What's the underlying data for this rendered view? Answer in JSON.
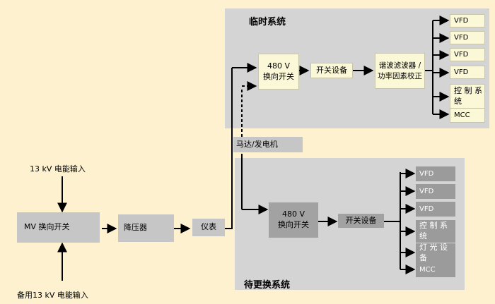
{
  "temp_system": {
    "title": "临时系统",
    "switch": "480 V\n换向开关",
    "switchgear": "开关设备",
    "filter": "谐波滤波器 /\n功率因素校正",
    "loads": [
      "VFD",
      "VFD",
      "VFD",
      "VFD",
      "控 制 系\n统",
      "MCC"
    ]
  },
  "standby_system": {
    "title": "待更换系统",
    "switch": "480 V\n换向开关",
    "switchgear": "开关设备",
    "loads": [
      "VFD",
      "VFD",
      "VFD",
      "控 制 系\n统",
      "灯 光 设\n备",
      "MCC"
    ]
  },
  "motor_generator": "马达/发电机",
  "input_13kv": "13 kV  电能输入",
  "input_backup": "备用13 kV  电能输入",
  "mv_switch": "MV  换向开关",
  "transformer": "降压器",
  "meter": "仪表"
}
